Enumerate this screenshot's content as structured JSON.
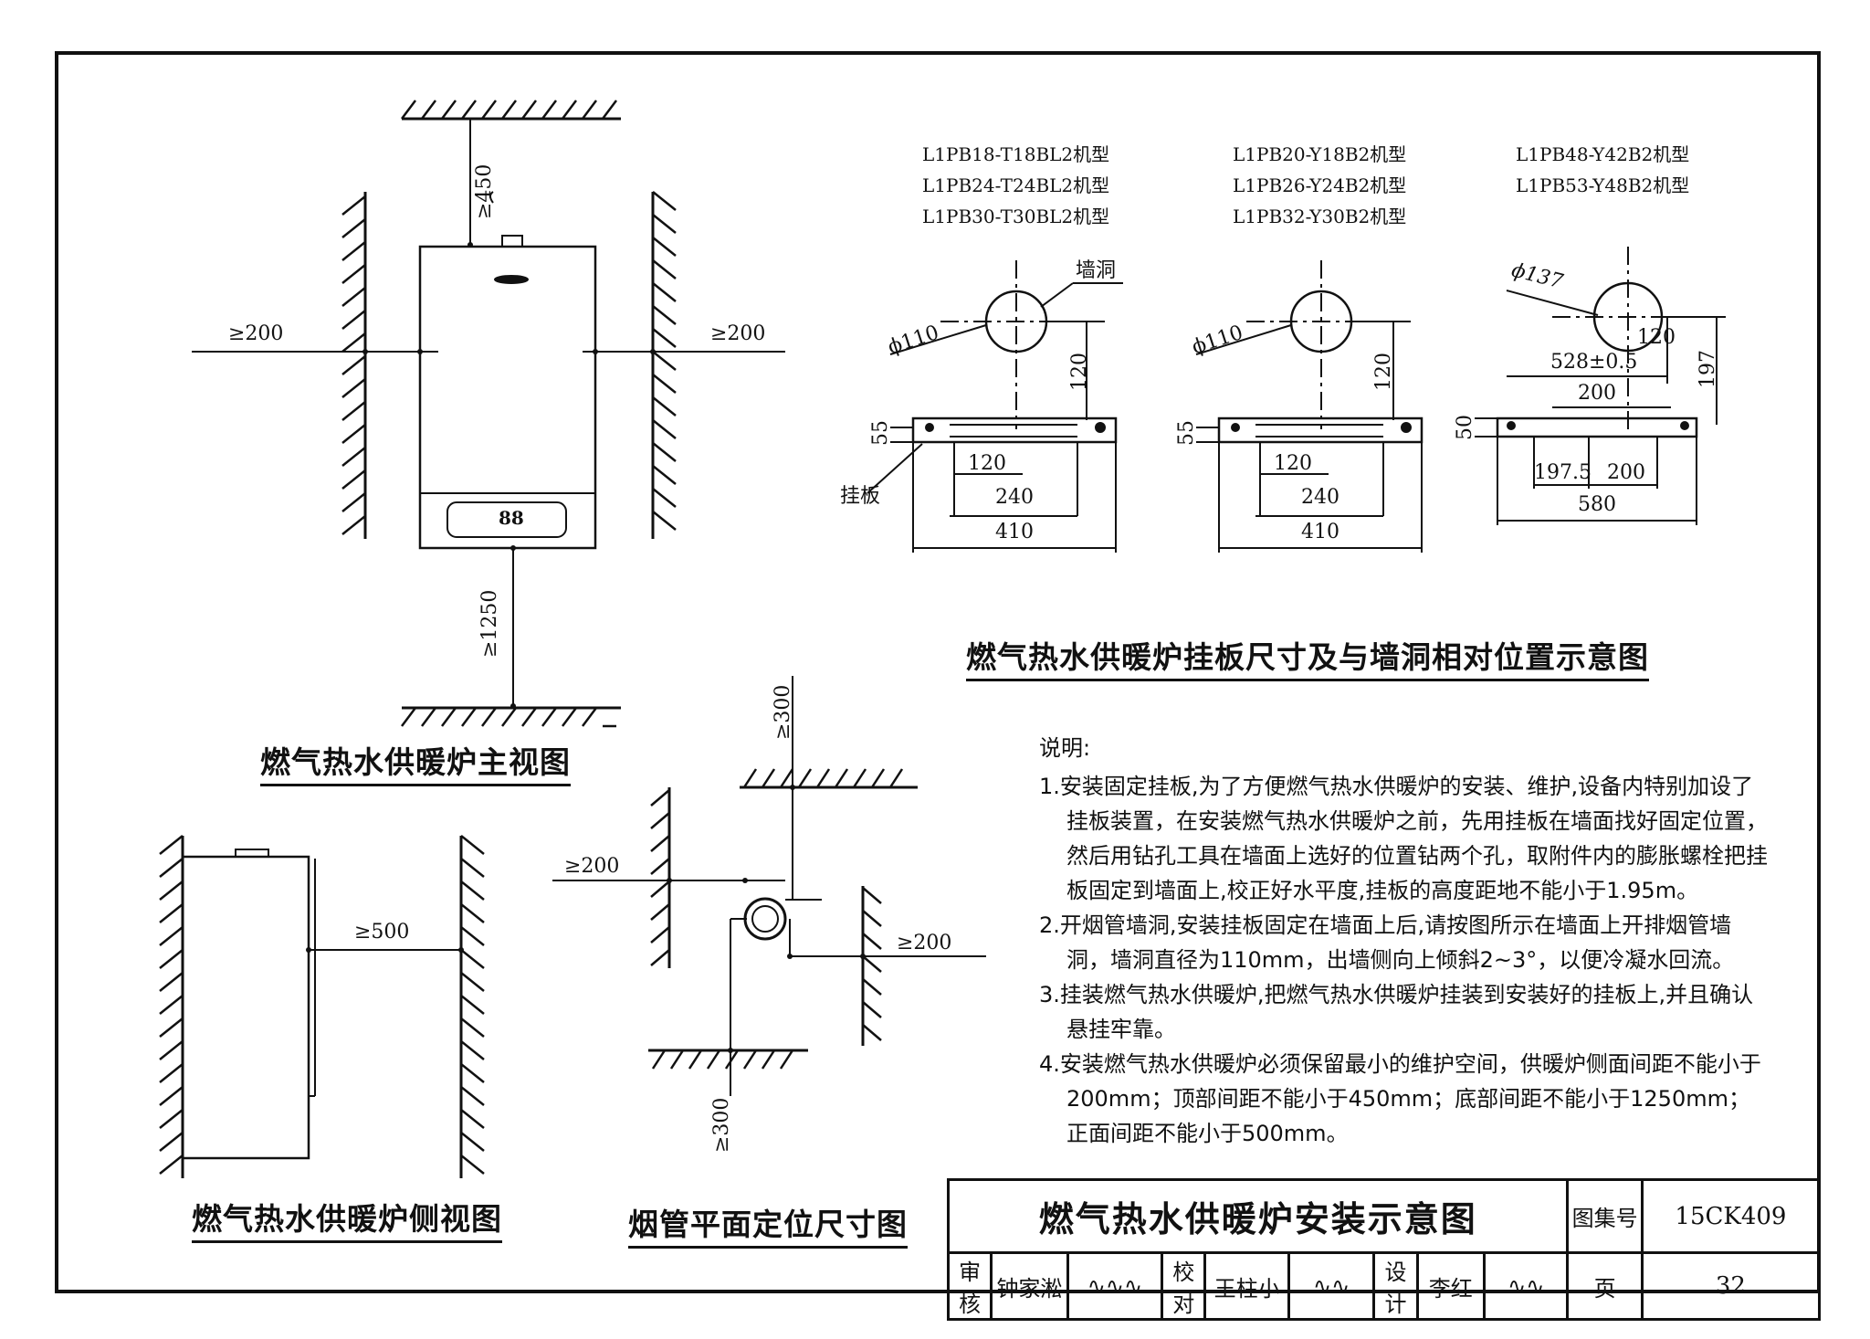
{
  "front_view": {
    "title": "燃气热水供暖炉主视图",
    "dim_top": "≥450",
    "dim_left": "≥200",
    "dim_right": "≥200",
    "dim_bottom": "≥1250",
    "display_text": "88"
  },
  "side_view": {
    "title": "燃气热水供暖炉侧视图",
    "dim_front": "≥500"
  },
  "flue_plan": {
    "title": "烟管平面定位尺寸图",
    "dim_top": "≥300",
    "dim_left": "≥200",
    "dim_right": "≥200",
    "dim_bottom": "≥300"
  },
  "bracket_diagram": {
    "title": "燃气热水供暖炉挂板尺寸及与墙洞相对位置示意图",
    "groups": [
      {
        "models": [
          "L1PB18-T18BL2机型",
          "L1PB24-T24BL2机型",
          "L1PB30-T30BL2机型"
        ],
        "hole_label": "墙洞",
        "bracket_label": "挂板",
        "diameter": "ϕ110",
        "v_offset": "120",
        "bracket_height": "55",
        "dims": [
          "120",
          "240",
          "410"
        ]
      },
      {
        "models": [
          "L1PB20-Y18B2机型",
          "L1PB26-Y24B2机型",
          "L1PB32-Y30B2机型"
        ],
        "diameter": "ϕ110",
        "v_offset": "120",
        "bracket_height": "55",
        "dims": [
          "120",
          "240",
          "410"
        ]
      },
      {
        "models": [
          "L1PB48-Y42B2机型",
          "L1PB53-Y48B2机型"
        ],
        "diameter": "ϕ137",
        "v_offset": "120",
        "v_total": "197",
        "bracket_height": "50",
        "dims": [
          "528±0.5",
          "200",
          "197.5",
          "200",
          "580"
        ]
      }
    ]
  },
  "notes": {
    "heading": "说明:",
    "items": [
      "1.安装固定挂板,为了方便燃气热水供暖炉的安装、维护,设备内特别加设了挂板装置，在安装燃气热水供暖炉之前，先用挂板在墙面找好固定位置，然后用钻孔工具在墙面上选好的位置钻两个孔，取附件内的膨胀螺栓把挂板固定到墙面上,校正好水平度,挂板的高度距地不能小于1.95m。",
      "2.开烟管墙洞,安装挂板固定在墙面上后,请按图所示在墙面上开排烟管墙洞，墙洞直径为110mm，出墙侧向上倾斜2~3°，以便冷凝水回流。",
      "3.挂装燃气热水供暖炉,把燃气热水供暖炉挂装到安装好的挂板上,并且确认悬挂牢靠。",
      "4.安装燃气热水供暖炉必须保留最小的维护空间，供暖炉侧面间距不能小于200mm；顶部间距不能小于450mm；底部间距不能小于1250mm；正面间距不能小于500mm。"
    ]
  },
  "title_block": {
    "drawing_title": "燃气热水供暖炉安装示意图",
    "atlas_label": "图集号",
    "atlas_no": "15CK409",
    "review_label": "审核",
    "reviewer": "钟家淞",
    "check_label": "校对",
    "checker": "王柱小",
    "design_label": "设计",
    "designer": "李红",
    "page_label": "页",
    "page_no": "32"
  }
}
